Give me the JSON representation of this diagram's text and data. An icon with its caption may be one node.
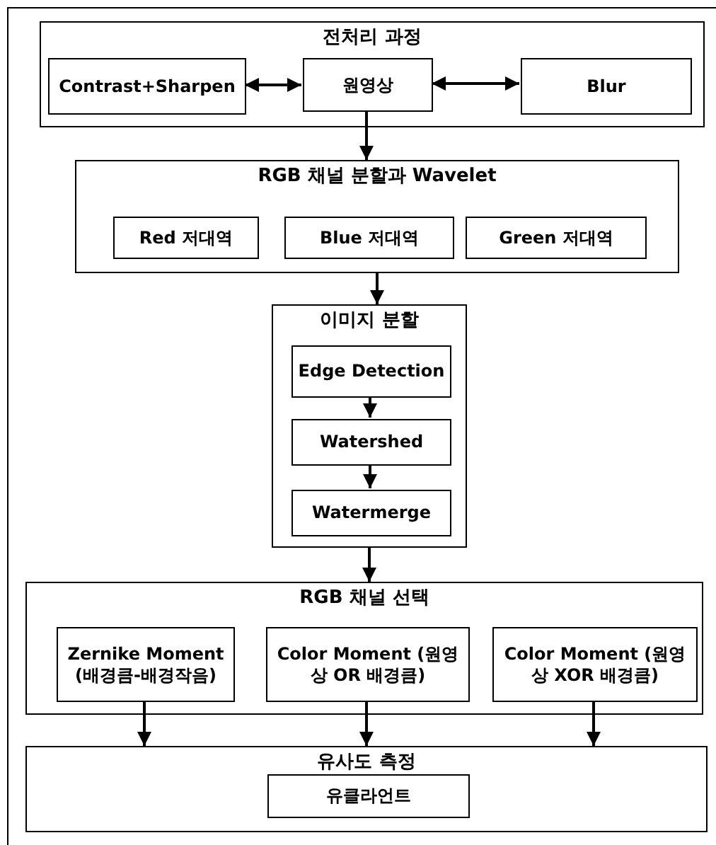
{
  "diagram": {
    "nodes": [
      {
        "text": [
          "전처리 과정"
        ]
      },
      {
        "text": [
          "Contrast+Sharpen"
        ],
        "in": 0
      },
      {
        "text": [
          "원영상"
        ],
        "in": 0
      },
      {
        "text": [
          "Blur"
        ],
        "in": 0
      },
      {
        "text": [
          "RGB 채널 분할과 Wavelet"
        ]
      },
      {
        "text": [
          "Red 저대역"
        ],
        "in": 4
      },
      {
        "text": [
          "Blue 저대역"
        ],
        "in": 4
      },
      {
        "text": [
          "Green 저대역"
        ],
        "in": 4
      },
      {
        "text": [
          "이미지 분할"
        ]
      },
      {
        "text": [
          "Edge Detection"
        ],
        "in": 8
      },
      {
        "text": [
          "Watershed"
        ],
        "in": 8
      },
      {
        "text": [
          "Watermerge"
        ],
        "in": 8
      },
      {
        "text": [
          "RGB 채널 선택"
        ]
      },
      {
        "text": [
          "Zernike Moment (배경큼-배경작음)"
        ],
        "in": 12
      },
      {
        "text": [
          "Color Moment (원영상 OR 배경큼)"
        ],
        "in": 12
      },
      {
        "text": [
          "Color Moment (원영상 XOR 배경큼)"
        ],
        "in": 12
      },
      {
        "text": [
          "유사도 측정"
        ]
      },
      {
        "text": [
          "유클라언트"
        ],
        "in": 16
      }
    ],
    "edges": [
      {
        "from": 1,
        "to": 2,
        "arrow": "both"
      },
      {
        "from": 2,
        "to": 3,
        "arrow": "both"
      },
      {
        "from": 2,
        "to": 4,
        "arrow": "to"
      },
      {
        "from": 4,
        "to": 8,
        "arrow": "to"
      },
      {
        "from": 9,
        "to": 10,
        "arrow": "to"
      },
      {
        "from": 10,
        "to": 11,
        "arrow": "to"
      },
      {
        "from": 8,
        "to": 12,
        "arrow": "to"
      },
      {
        "from": 13,
        "to": 16,
        "arrow": "to"
      },
      {
        "from": 14,
        "to": 16,
        "arrow": "to"
      },
      {
        "from": 15,
        "to": 16,
        "arrow": "to"
      }
    ]
  }
}
